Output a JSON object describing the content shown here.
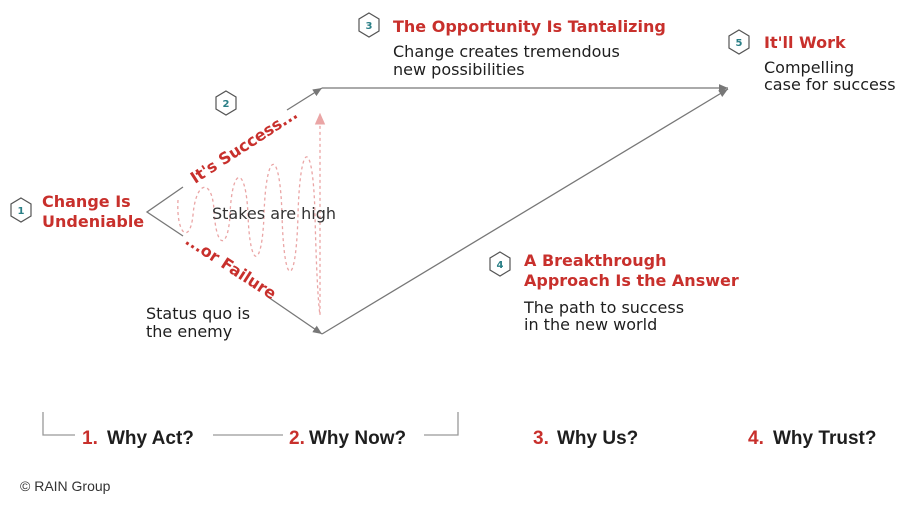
{
  "stages": [
    {
      "num": "1",
      "title": [
        "Change Is",
        "Undeniable"
      ],
      "desc": []
    },
    {
      "num": "2",
      "title": [],
      "desc": []
    },
    {
      "num": "3",
      "title": [
        "The Opportunity Is Tantalizing"
      ],
      "desc": [
        "Change creates tremendous",
        "new possibilities"
      ]
    },
    {
      "num": "4",
      "title": [
        "A Breakthrough",
        "Approach Is the Answer"
      ],
      "desc": [
        "The path to success",
        "in the new world"
      ]
    },
    {
      "num": "5",
      "title": [
        "It'll Work"
      ],
      "desc": [
        "Compelling",
        "case for success"
      ]
    }
  ],
  "branches": {
    "success": "It's Success...",
    "failure": "...or Failure"
  },
  "notes": {
    "stakes": "Stakes are high",
    "status_quo": [
      "Status quo is",
      "the enemy"
    ]
  },
  "questions": [
    {
      "num": "1.",
      "label": "Why Act?"
    },
    {
      "num": "2.",
      "label": "Why Now?"
    },
    {
      "num": "3.",
      "label": "Why Us?"
    },
    {
      "num": "4.",
      "label": "Why Trust?"
    }
  ],
  "footer": "© RAIN Group",
  "colors": {
    "accent": "#c8302c",
    "hex_number": "#2a7f86",
    "line": "#777777",
    "dashed": "#e8a0a0"
  }
}
